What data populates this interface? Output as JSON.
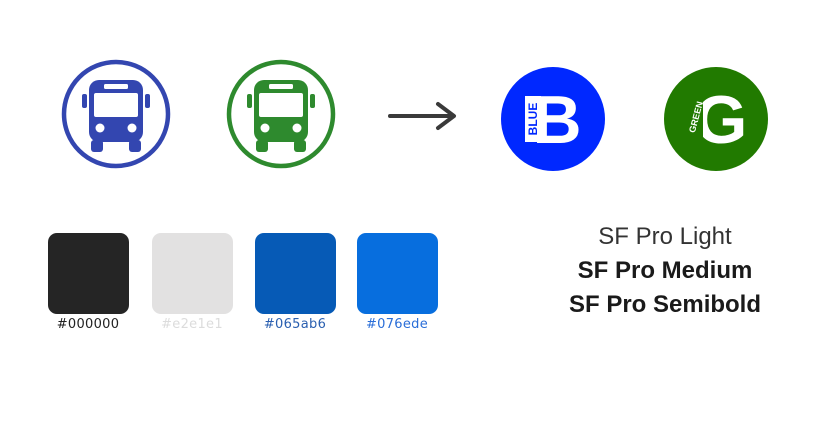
{
  "icons": {
    "bus_blue": {
      "name": "bus-icon",
      "color": "#3346b0"
    },
    "bus_green": {
      "name": "bus-icon",
      "color": "#2e8a2e"
    },
    "arrow": {
      "name": "arrow-right-icon",
      "color": "#3a3a3a"
    }
  },
  "badges": [
    {
      "letter": "B",
      "tag": "BLUE",
      "color": "#0028ff"
    },
    {
      "letter": "G",
      "tag": "GREEN",
      "color": "#217a00"
    }
  ],
  "swatches": [
    {
      "hex": "#000000",
      "fill": "#252525",
      "label_color": "#222222"
    },
    {
      "hex": "#e2e1e1",
      "fill": "#e2e1e1",
      "label_color": "#dcdcdc"
    },
    {
      "hex": "#065ab6",
      "fill": "#065ab6",
      "label_color": "#2a5fb0"
    },
    {
      "hex": "#076ede",
      "fill": "#076ede",
      "label_color": "#2a6ed8"
    }
  ],
  "fonts": {
    "light": "SF Pro Light",
    "medium": "SF Pro Medium",
    "semibold": "SF Pro Semibold"
  }
}
